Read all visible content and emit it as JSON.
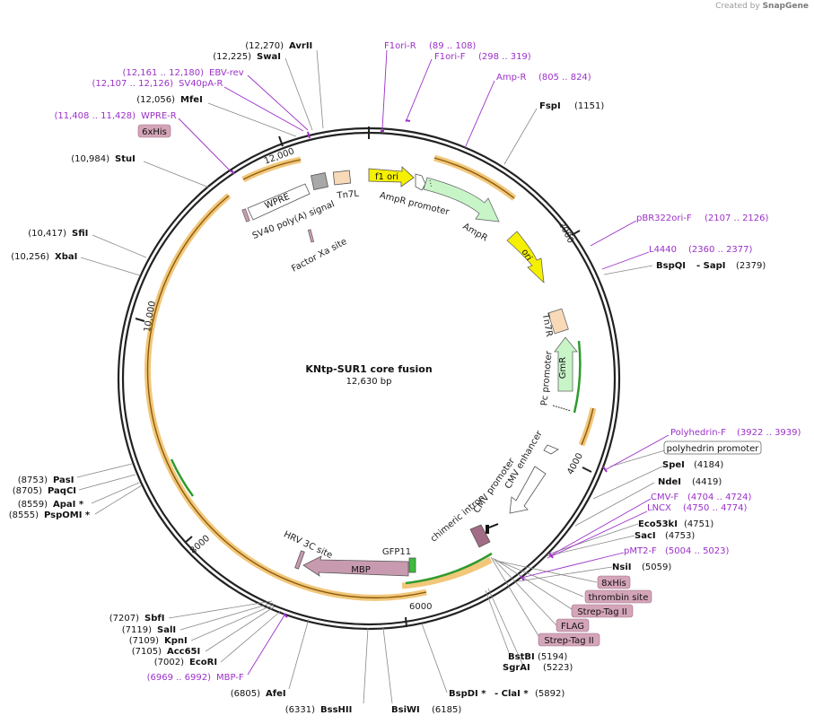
{
  "watermark": {
    "prefix": "Created by",
    "brand": "SnapGene"
  },
  "title": "KNtp-SUR1 core fusion",
  "length_label": "12,630 bp",
  "ticks": [
    "2000",
    "4000",
    "6000",
    "8000",
    "10,000",
    "12,000"
  ],
  "colors": {
    "enzyme": "#000000",
    "primer": "#9b30c8",
    "tag_fill": "#d4a5b8",
    "orf": "#e8a33a",
    "orf_green": "#2e9a2e",
    "f1ori": "#f5f000",
    "ori": "#f5f000",
    "ampr": "#c8f5c8",
    "tn7": "#f8d9b8",
    "mbp": "#c89ab0",
    "gfp": "#3cbc3c",
    "sv40": "#a8a8a8"
  },
  "labels": [
    {
      "pos": "(12,270)",
      "name": "AvrII",
      "kind": "enzyme"
    },
    {
      "pos": "(12,225)",
      "name": "SwaI",
      "kind": "enzyme"
    },
    {
      "pos": "(12,161 .. 12,180)",
      "name": "EBV-rev",
      "kind": "primer"
    },
    {
      "pos": "(12,107 .. 12,126)",
      "name": "SV40pA-R",
      "kind": "primer"
    },
    {
      "pos": "(12,056)",
      "name": "MfeI",
      "kind": "enzyme"
    },
    {
      "pos": "(11,408 .. 11,428)",
      "name": "WPRE-R",
      "kind": "primer"
    },
    {
      "pos": "",
      "name": "6xHis",
      "kind": "tag"
    },
    {
      "pos": "(10,984)",
      "name": "StuI",
      "kind": "enzyme"
    },
    {
      "pos": "(10,417)",
      "name": "SfiI",
      "kind": "enzyme"
    },
    {
      "pos": "(10,256)",
      "name": "XbaI",
      "kind": "enzyme"
    },
    {
      "pos": "(8753)",
      "name": "PasI",
      "kind": "enzyme"
    },
    {
      "pos": "(8705)",
      "name": "PaqCI",
      "kind": "enzyme"
    },
    {
      "pos": "(8559)",
      "name": "ApaI *",
      "kind": "enzyme"
    },
    {
      "pos": "(8555)",
      "name": "PspOMI *",
      "kind": "enzyme"
    },
    {
      "pos": "(7207)",
      "name": "SbfI",
      "kind": "enzyme"
    },
    {
      "pos": "(7119)",
      "name": "SalI",
      "kind": "enzyme"
    },
    {
      "pos": "(7109)",
      "name": "KpnI",
      "kind": "enzyme"
    },
    {
      "pos": "(7105)",
      "name": "Acc65I",
      "kind": "enzyme"
    },
    {
      "pos": "(7002)",
      "name": "EcoRI",
      "kind": "enzyme"
    },
    {
      "pos": "(6969 .. 6992)",
      "name": "MBP-F",
      "kind": "primer"
    },
    {
      "pos": "(6805)",
      "name": "AfeI",
      "kind": "enzyme"
    },
    {
      "pos": "(6331)",
      "name": "BssHII",
      "kind": "enzyme"
    },
    {
      "pos": "(6185)",
      "name": "BsiWI",
      "kind": "enzyme"
    },
    {
      "name": "F1ori-R",
      "pos": "(89 .. 108)",
      "kind": "primer"
    },
    {
      "name": "F1ori-F",
      "pos": "(298 .. 319)",
      "kind": "primer"
    },
    {
      "name": "Amp-R",
      "pos": "(805 .. 824)",
      "kind": "primer"
    },
    {
      "name": "FspI",
      "pos": "(1151)",
      "kind": "enzyme"
    },
    {
      "name": "pBR322ori-F",
      "pos": "(2107 .. 2126)",
      "kind": "primer"
    },
    {
      "name": "L4440",
      "pos": "(2360 .. 2377)",
      "kind": "primer"
    },
    {
      "name": "Polyhedrin-F",
      "pos": "(3922 .. 3939)",
      "kind": "primer"
    },
    {
      "name": "polyhedrin promoter",
      "pos": "",
      "kind": "feature"
    },
    {
      "name": "SpeI",
      "pos": "(4184)",
      "kind": "enzyme"
    },
    {
      "name": "NdeI",
      "pos": "(4419)",
      "kind": "enzyme"
    },
    {
      "name": "CMV-F",
      "pos": "(4704 .. 4724)",
      "kind": "primer"
    },
    {
      "name": "LNCX",
      "pos": "(4750 .. 4774)",
      "kind": "primer"
    },
    {
      "name": "Eco53kI",
      "pos": "(4751)",
      "kind": "enzyme"
    },
    {
      "name": "SacI",
      "pos": "(4753)",
      "kind": "enzyme"
    },
    {
      "name": "pMT2-F",
      "pos": "(5004 .. 5023)",
      "kind": "primer"
    },
    {
      "name": "NsiI",
      "pos": "(5059)",
      "kind": "enzyme"
    },
    {
      "name": "8xHis",
      "pos": "",
      "kind": "tag"
    },
    {
      "name": "thrombin site",
      "pos": "",
      "kind": "tag"
    },
    {
      "name": "Strep-Tag II",
      "pos": "",
      "kind": "tag"
    },
    {
      "name": "FLAG",
      "pos": "",
      "kind": "tag"
    },
    {
      "name": "Strep-Tag II",
      "pos": "",
      "kind": "tag"
    },
    {
      "name": "BstBI",
      "pos": "(5194)",
      "kind": "enzyme"
    },
    {
      "name": "SgrAI",
      "pos": "(5223)",
      "kind": "enzyme"
    }
  ],
  "bspqi": {
    "name1": "BspQI",
    "sep": "- SapI",
    "pos": "(2379)"
  },
  "bspdi": {
    "name1": "BspDI *",
    "sep": "- ClaI *",
    "pos": "(5892)"
  },
  "features": [
    {
      "name": "f1 ori"
    },
    {
      "name": "AmpR promoter"
    },
    {
      "name": "AmpR"
    },
    {
      "name": "ori"
    },
    {
      "name": "Tn7R"
    },
    {
      "name": "GmR"
    },
    {
      "name": "Pc promoter"
    },
    {
      "name": "CMV enhancer"
    },
    {
      "name": "CMV promoter"
    },
    {
      "name": "chimeric intron"
    },
    {
      "name": "GFP11"
    },
    {
      "name": "MBP"
    },
    {
      "name": "HRV 3C site"
    },
    {
      "name": "WPRE"
    },
    {
      "name": "SV40 poly(A) signal"
    },
    {
      "name": "Tn7L"
    },
    {
      "name": "Factor Xa site"
    }
  ]
}
